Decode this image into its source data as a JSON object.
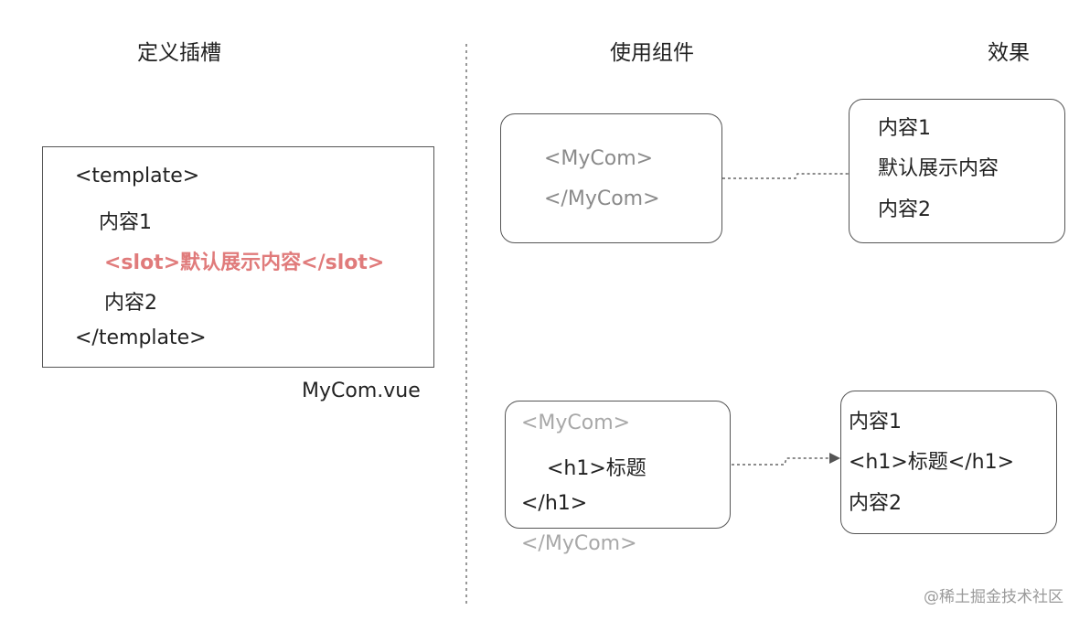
{
  "headings": {
    "define_slot": "定义插槽",
    "use_component": "使用组件",
    "effect": "效果"
  },
  "template_box": {
    "lines": [
      "<template>",
      "内容1",
      "<slot>默认展示内容</slot>",
      "内容2",
      "</template>"
    ],
    "filename": "MyCom.vue"
  },
  "example1": {
    "usage_lines": [
      "<MyCom>",
      "</MyCom>"
    ],
    "result_lines": [
      "内容1",
      "默认展示内容",
      "内容2"
    ]
  },
  "example2": {
    "usage_lines": [
      "<MyCom>",
      "<h1>标题",
      "</h1>",
      "</MyCom>"
    ],
    "result_lines": [
      "内容1",
      "<h1>标题</h1>",
      "内容2"
    ]
  },
  "watermark": "@稀土掘金技术社区",
  "colors": {
    "slot_highlight": "#e07b7b",
    "border": "#555555",
    "divider": "#777777",
    "muted_text": "#8a8a8a",
    "light_text": "#a8a8a8"
  }
}
